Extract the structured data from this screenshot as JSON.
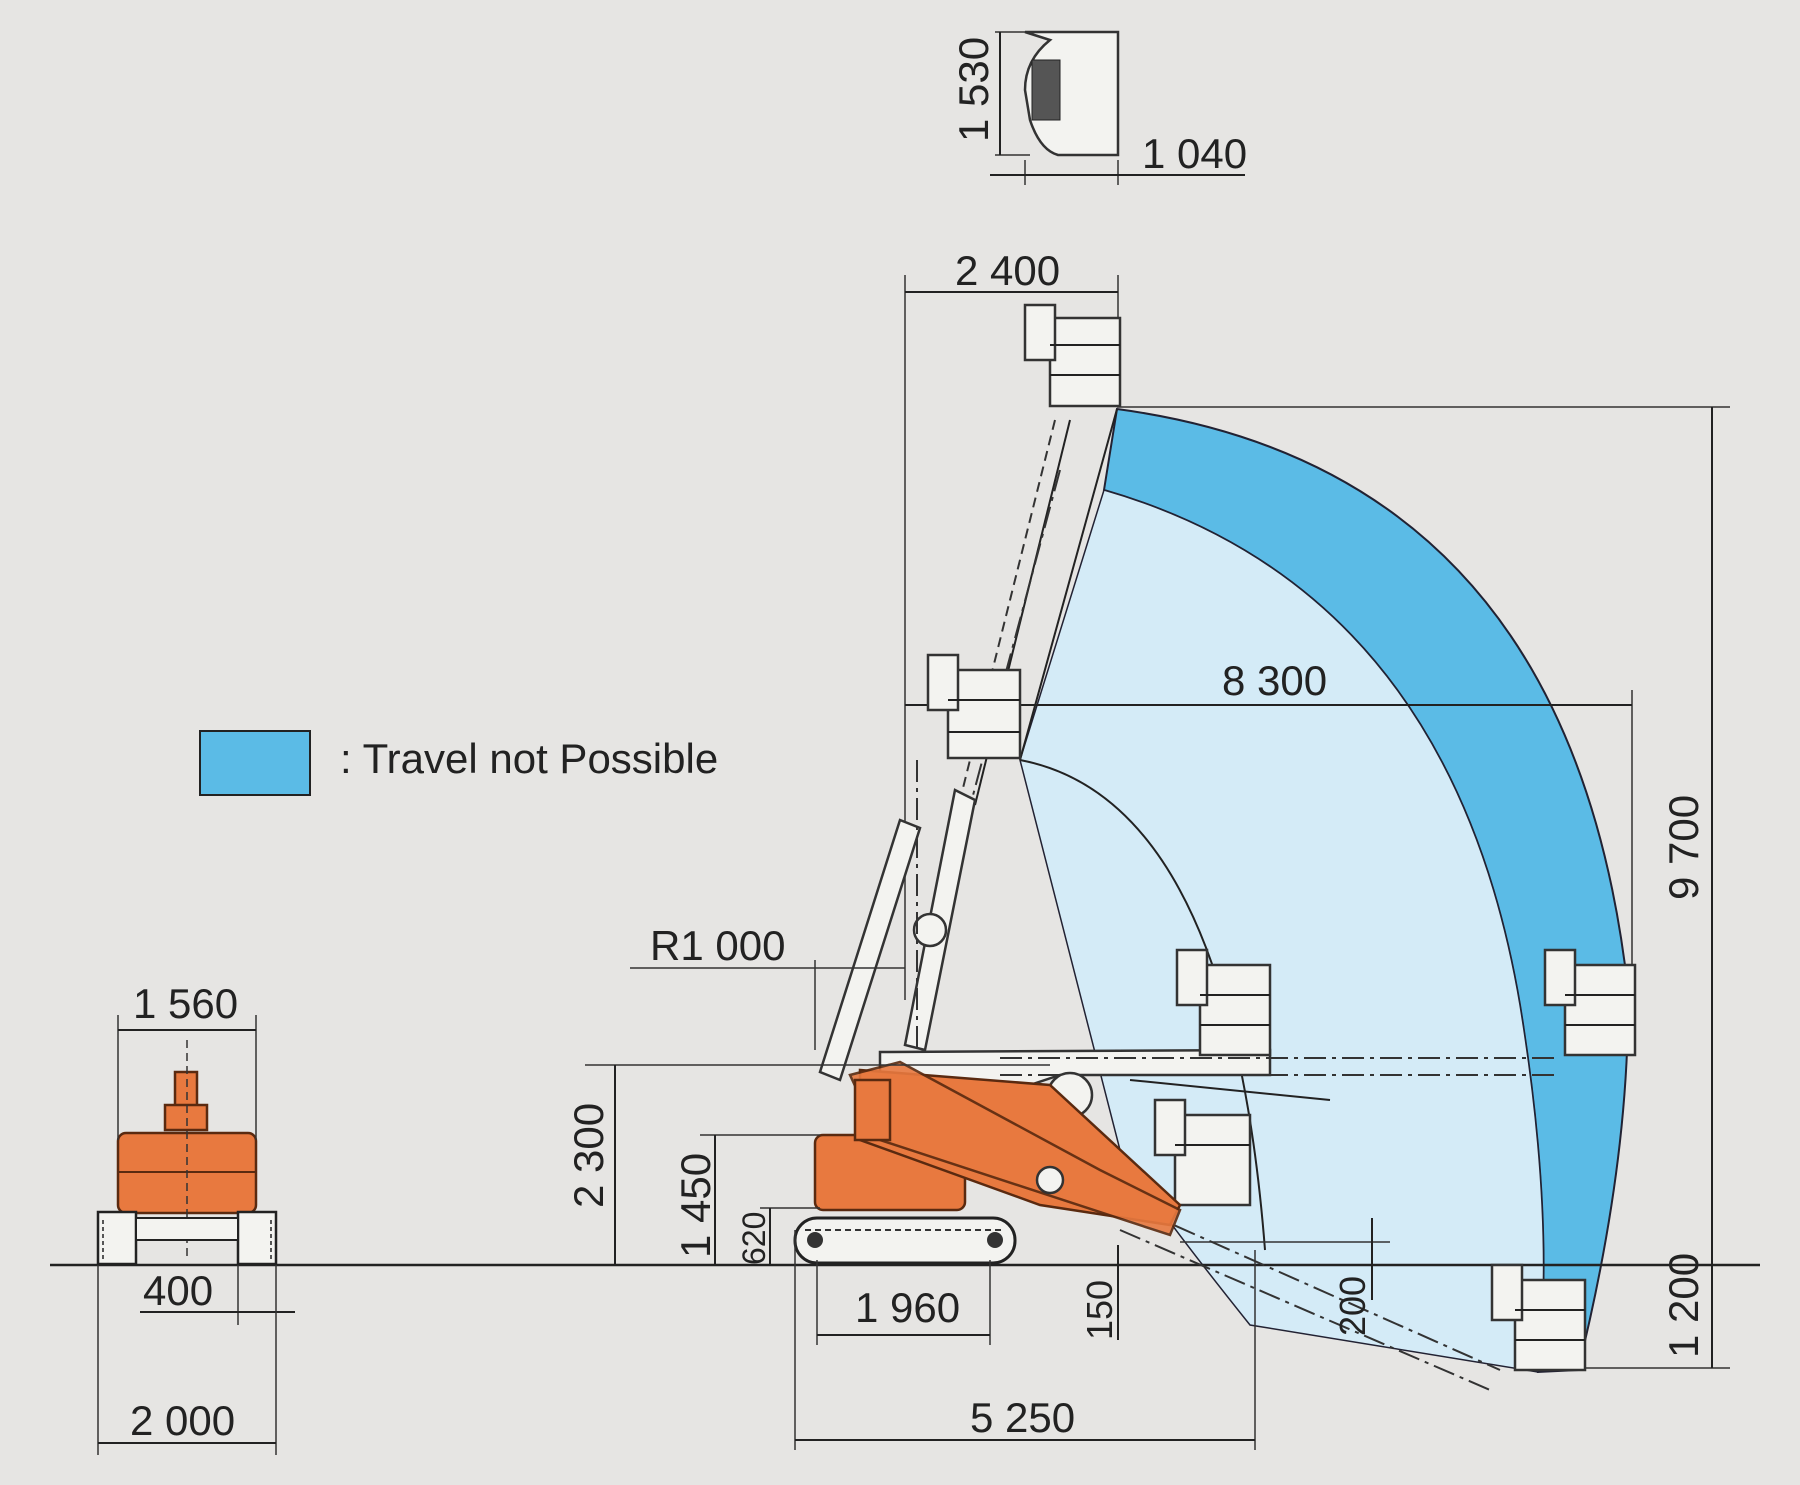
{
  "legend": {
    "label": ": Travel not Possible",
    "swatch_color": "#5bbbe6"
  },
  "colors": {
    "zone_dark": "#5bbbe6",
    "zone_light": "#d4ebf7",
    "machine": "#e8793f",
    "background": "#e6e5e3"
  },
  "dimensions": {
    "platform_height": "1 530",
    "platform_width": "1 040",
    "top_reach": "2 400",
    "max_outreach": "8 300",
    "max_height": "9 700",
    "below_ground": "1 200",
    "turning_radius": "R1 000",
    "pivot_height": "2 300",
    "body_height": "1 450",
    "track_height": "620",
    "track_length": "1 960",
    "tail_150": "150",
    "tail_200": "200",
    "overall_length": "5 250",
    "front_width": "1 560",
    "front_track_width": "400",
    "front_overall_width": "2 000"
  }
}
